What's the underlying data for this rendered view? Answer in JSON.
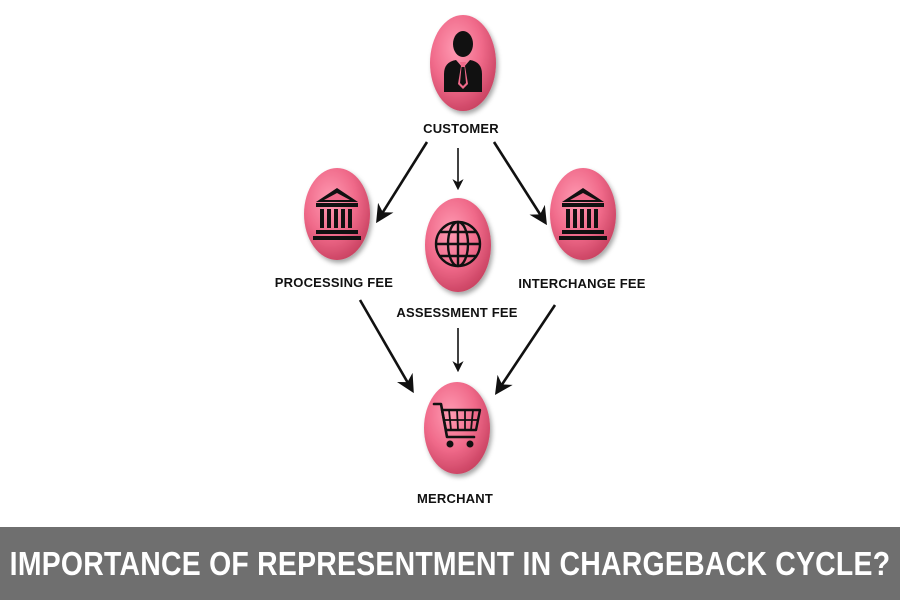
{
  "diagram": {
    "nodes": {
      "customer": {
        "label": "CUSTOMER",
        "icon": "businessman-icon"
      },
      "processing_fee": {
        "label": "PROCESSING FEE",
        "icon": "bank-icon"
      },
      "assessment_fee": {
        "label": "ASSESSMENT FEE",
        "icon": "globe-icon"
      },
      "interchange_fee": {
        "label": "INTERCHANGE FEE",
        "icon": "bank-icon"
      },
      "merchant": {
        "label": "MERCHANT",
        "icon": "shopping-cart-icon"
      }
    },
    "edges": [
      {
        "from": "customer",
        "to": "processing_fee"
      },
      {
        "from": "customer",
        "to": "assessment_fee"
      },
      {
        "from": "customer",
        "to": "interchange_fee"
      },
      {
        "from": "processing_fee",
        "to": "merchant"
      },
      {
        "from": "assessment_fee",
        "to": "merchant"
      },
      {
        "from": "interchange_fee",
        "to": "merchant"
      }
    ]
  },
  "banner": {
    "title": "IMPORTANCE OF REPRESENTMENT IN CHARGEBACK CYCLE?"
  },
  "colors": {
    "node_fill": "#f06a8a",
    "node_edge": "#c23b60",
    "icon": "#111111",
    "arrow": "#111111",
    "banner_bg": "#6f6f6f",
    "banner_text": "#ffffff"
  }
}
